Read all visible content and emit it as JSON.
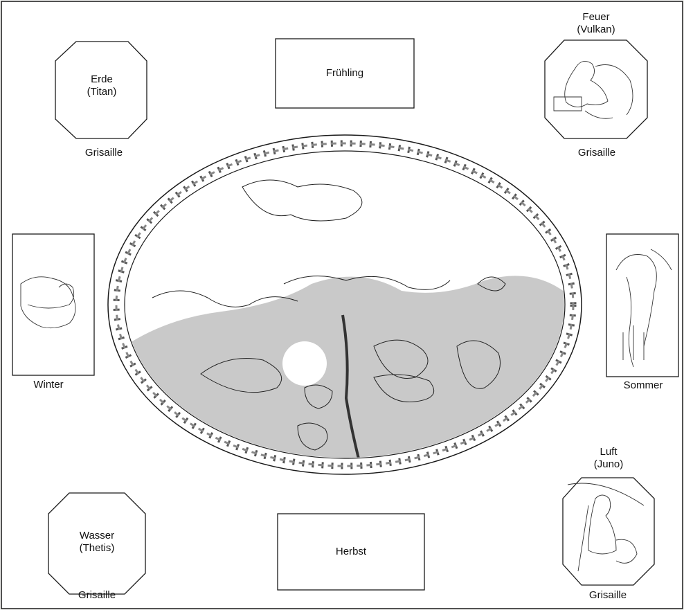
{
  "panels": {
    "erde": {
      "title": "Erde",
      "subtitle": "(Titan)",
      "caption": "Grisaille"
    },
    "feuer": {
      "title": "Feuer",
      "subtitle": "(Vulkan)",
      "caption": "Grisaille"
    },
    "wasser": {
      "title": "Wasser",
      "subtitle": "(Thetis)",
      "caption": "Grisaille"
    },
    "luft": {
      "title": "Luft",
      "subtitle": "(Juno)",
      "caption": "Grisaille"
    },
    "fruehling": {
      "title": "Frühling"
    },
    "herbst": {
      "title": "Herbst"
    },
    "winter": {
      "caption": "Winter"
    },
    "sommer": {
      "caption": "Sommer"
    }
  },
  "colors": {
    "line": "#1a1a1a",
    "cloud": "#c9c9c9",
    "sky": "#ffffff",
    "paper": "#f4f4f2",
    "frame_bg": "#ffffff"
  }
}
